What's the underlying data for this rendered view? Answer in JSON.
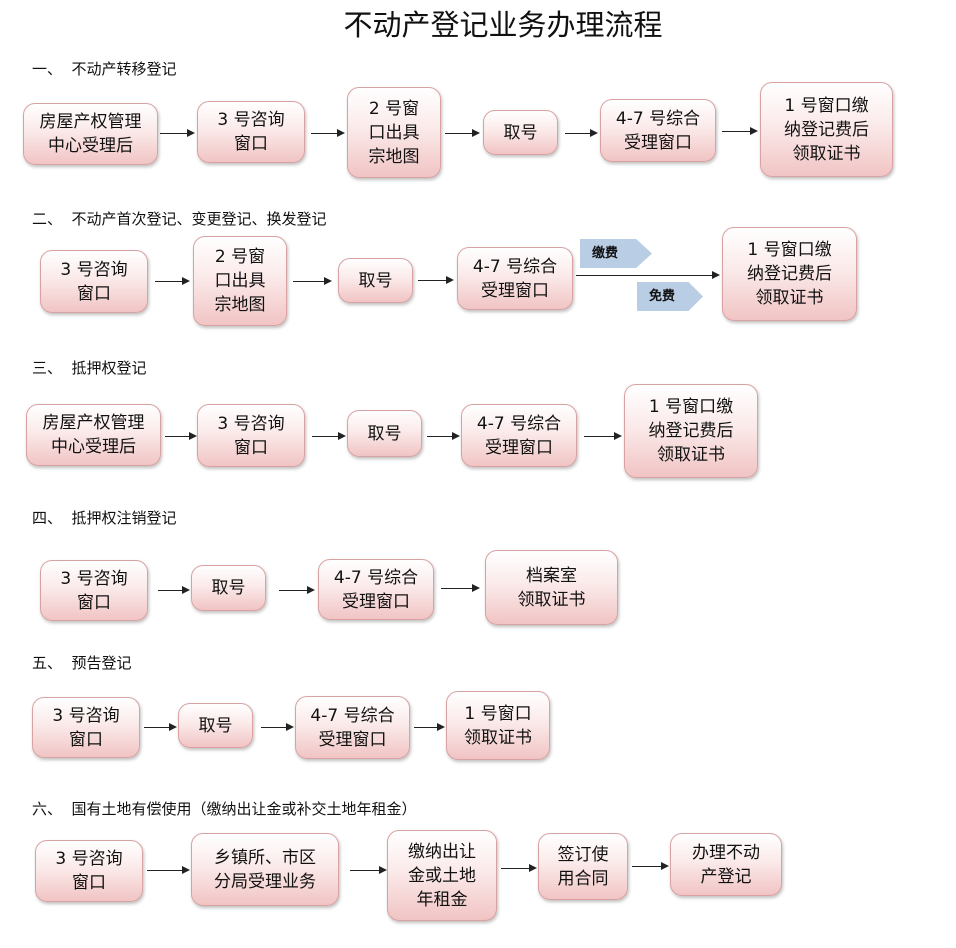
{
  "title": "不动产登记业务办理流程",
  "sections": [
    {
      "heading": "一、  不动产转移登记",
      "steps": [
        [
          "房屋产权管理",
          "中心受理后"
        ],
        [
          "3 号咨询",
          "窗口"
        ],
        [
          "2 号窗",
          "口出具",
          "宗地图"
        ],
        [
          "取号"
        ],
        [
          "4-7 号综合",
          "受理窗口"
        ],
        [
          "1 号窗口缴",
          "纳登记费后",
          "领取证书"
        ]
      ]
    },
    {
      "heading": "二、  不动产首次登记、变更登记、换发登记",
      "steps": [
        [
          "3 号咨询",
          "窗口"
        ],
        [
          "2 号窗",
          "口出具",
          "宗地图"
        ],
        [
          "取号"
        ],
        [
          "4-7 号综合",
          "受理窗口"
        ],
        [
          "1 号窗口缴",
          "纳登记费后",
          "领取证书"
        ]
      ],
      "branch_labels": [
        "缴费",
        "免费"
      ]
    },
    {
      "heading": "三、  抵押权登记",
      "steps": [
        [
          "房屋产权管理",
          "中心受理后"
        ],
        [
          "3 号咨询",
          "窗口"
        ],
        [
          "取号"
        ],
        [
          "4-7 号综合",
          "受理窗口"
        ],
        [
          "1 号窗口缴",
          "纳登记费后",
          "领取证书"
        ]
      ]
    },
    {
      "heading": "四、  抵押权注销登记",
      "steps": [
        [
          "3 号咨询",
          "窗口"
        ],
        [
          "取号"
        ],
        [
          "4-7 号综合",
          "受理窗口"
        ],
        [
          "档案室",
          "领取证书"
        ]
      ]
    },
    {
      "heading": "五、  预告登记",
      "steps": [
        [
          "3 号咨询",
          "窗口"
        ],
        [
          "取号"
        ],
        [
          "4-7 号综合",
          "受理窗口"
        ],
        [
          "1 号窗口",
          "领取证书"
        ]
      ]
    },
    {
      "heading": "六、  国有土地有偿使用（缴纳出让金或补交土地年租金）",
      "steps": [
        [
          "3 号咨询",
          "窗口"
        ],
        [
          "乡镇所、市区",
          "分局受理业务"
        ],
        [
          "缴纳出让",
          "金或土地",
          "年租金"
        ],
        [
          "签订使",
          "用合同"
        ],
        [
          "办理不动",
          "产登记"
        ]
      ]
    }
  ]
}
